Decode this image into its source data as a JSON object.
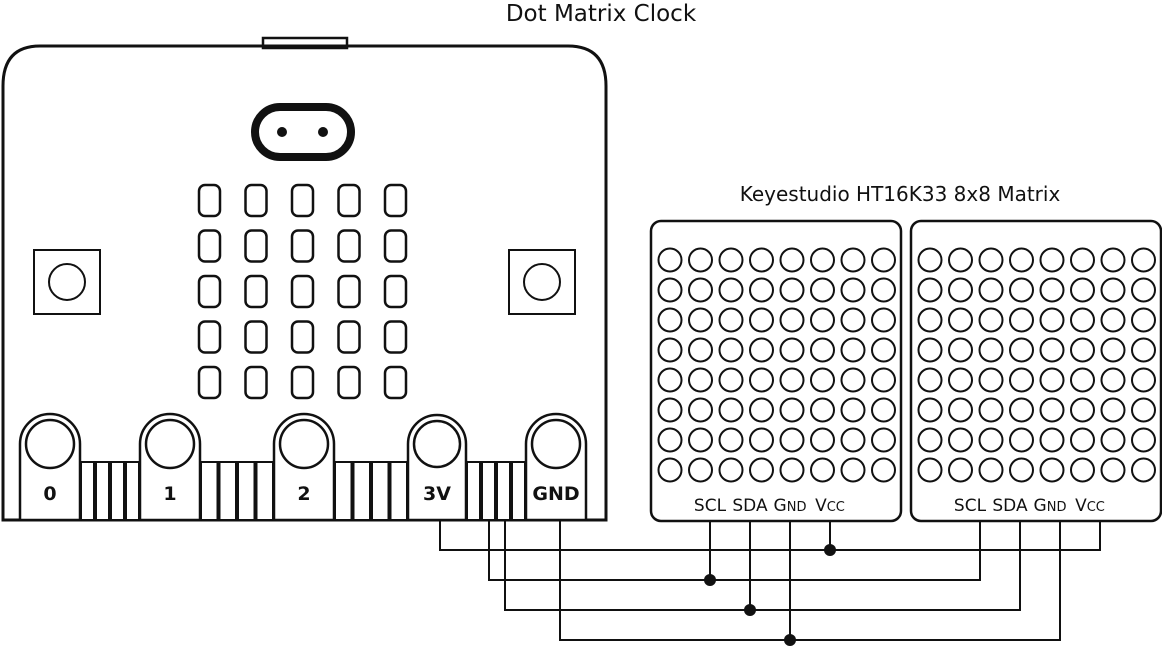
{
  "title": "Dot Matrix Clock",
  "matrix_title": "Keyestudio HT16K33 8x8 Matrix",
  "microbit": {
    "pins": [
      "0",
      "1",
      "2",
      "3V",
      "GND"
    ],
    "led_grid": {
      "rows": 5,
      "cols": 5
    }
  },
  "matrix": {
    "rows": 8,
    "cols": 8,
    "count": 2,
    "pins": [
      {
        "main": "SCL"
      },
      {
        "main": "SDA"
      },
      {
        "main": "G",
        "small": "ND"
      },
      {
        "main": "V",
        "small": "CC"
      }
    ]
  }
}
